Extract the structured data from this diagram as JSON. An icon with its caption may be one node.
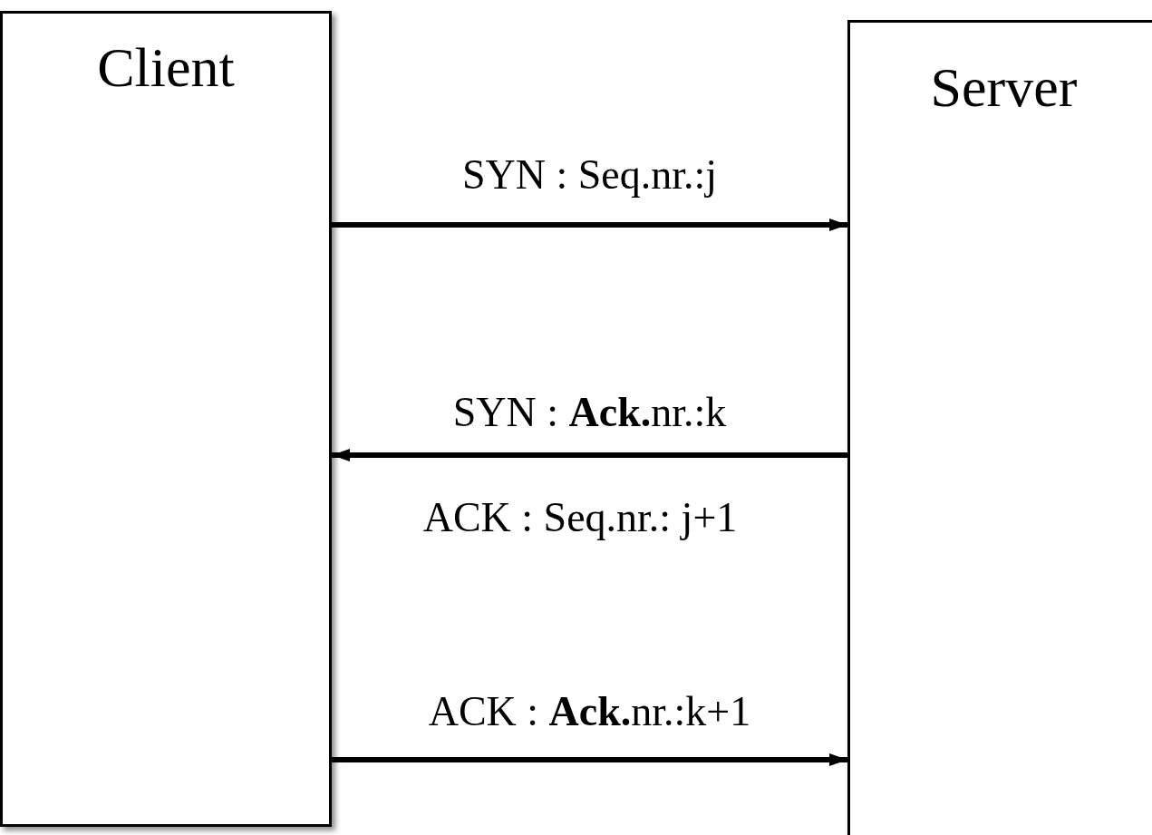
{
  "diagram": {
    "nodes": [
      {
        "text": [
          "Client"
        ]
      },
      {
        "text": [
          "Server"
        ]
      }
    ],
    "edges": [
      {
        "from": 0,
        "to": 1,
        "arrow": "to",
        "label": "SYN : Seq.nr.:j"
      },
      {
        "from": 1,
        "to": 0,
        "arrow": "to",
        "label": "SYN : **Ack.**nr.:k"
      },
      {
        "from": 0,
        "to": 1,
        "arrow": "to",
        "label": "ACK : **Ack.**nr.:k+1"
      }
    ],
    "labels": [
      "ACK : Seq.nr.: j+1"
    ]
  }
}
